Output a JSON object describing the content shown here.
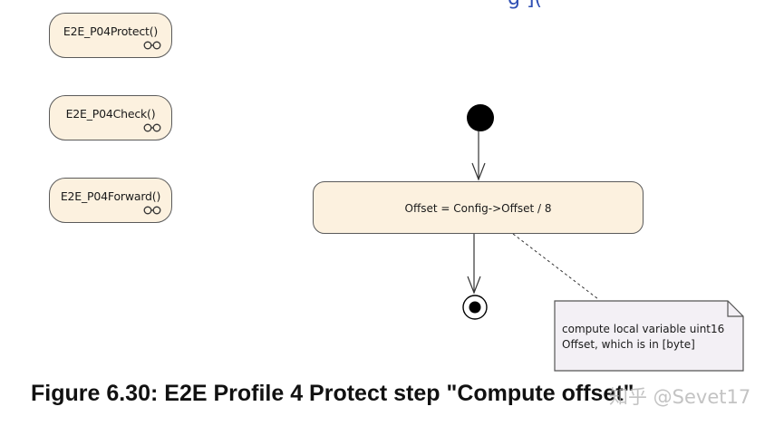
{
  "header_fragment": "g                    ](",
  "activities": [
    {
      "name": "E2E_P04Protect()"
    },
    {
      "name": "E2E_P04Check()"
    },
    {
      "name": "E2E_P04Forward()"
    }
  ],
  "action": {
    "label": "Offset = Config->Offset / 8"
  },
  "note": {
    "line1": "compute local variable uint16",
    "line2": "Offset, which is in [byte]"
  },
  "caption": "Figure 6.30: E2E Profile 4 Protect step \"Compute offset\"",
  "watermark": "知乎 @Sevet17",
  "colors": {
    "node_fill": "#fcf1df",
    "node_border": "#5a5a5a",
    "note_fill": "#f3f0f5",
    "line": "#333333"
  }
}
